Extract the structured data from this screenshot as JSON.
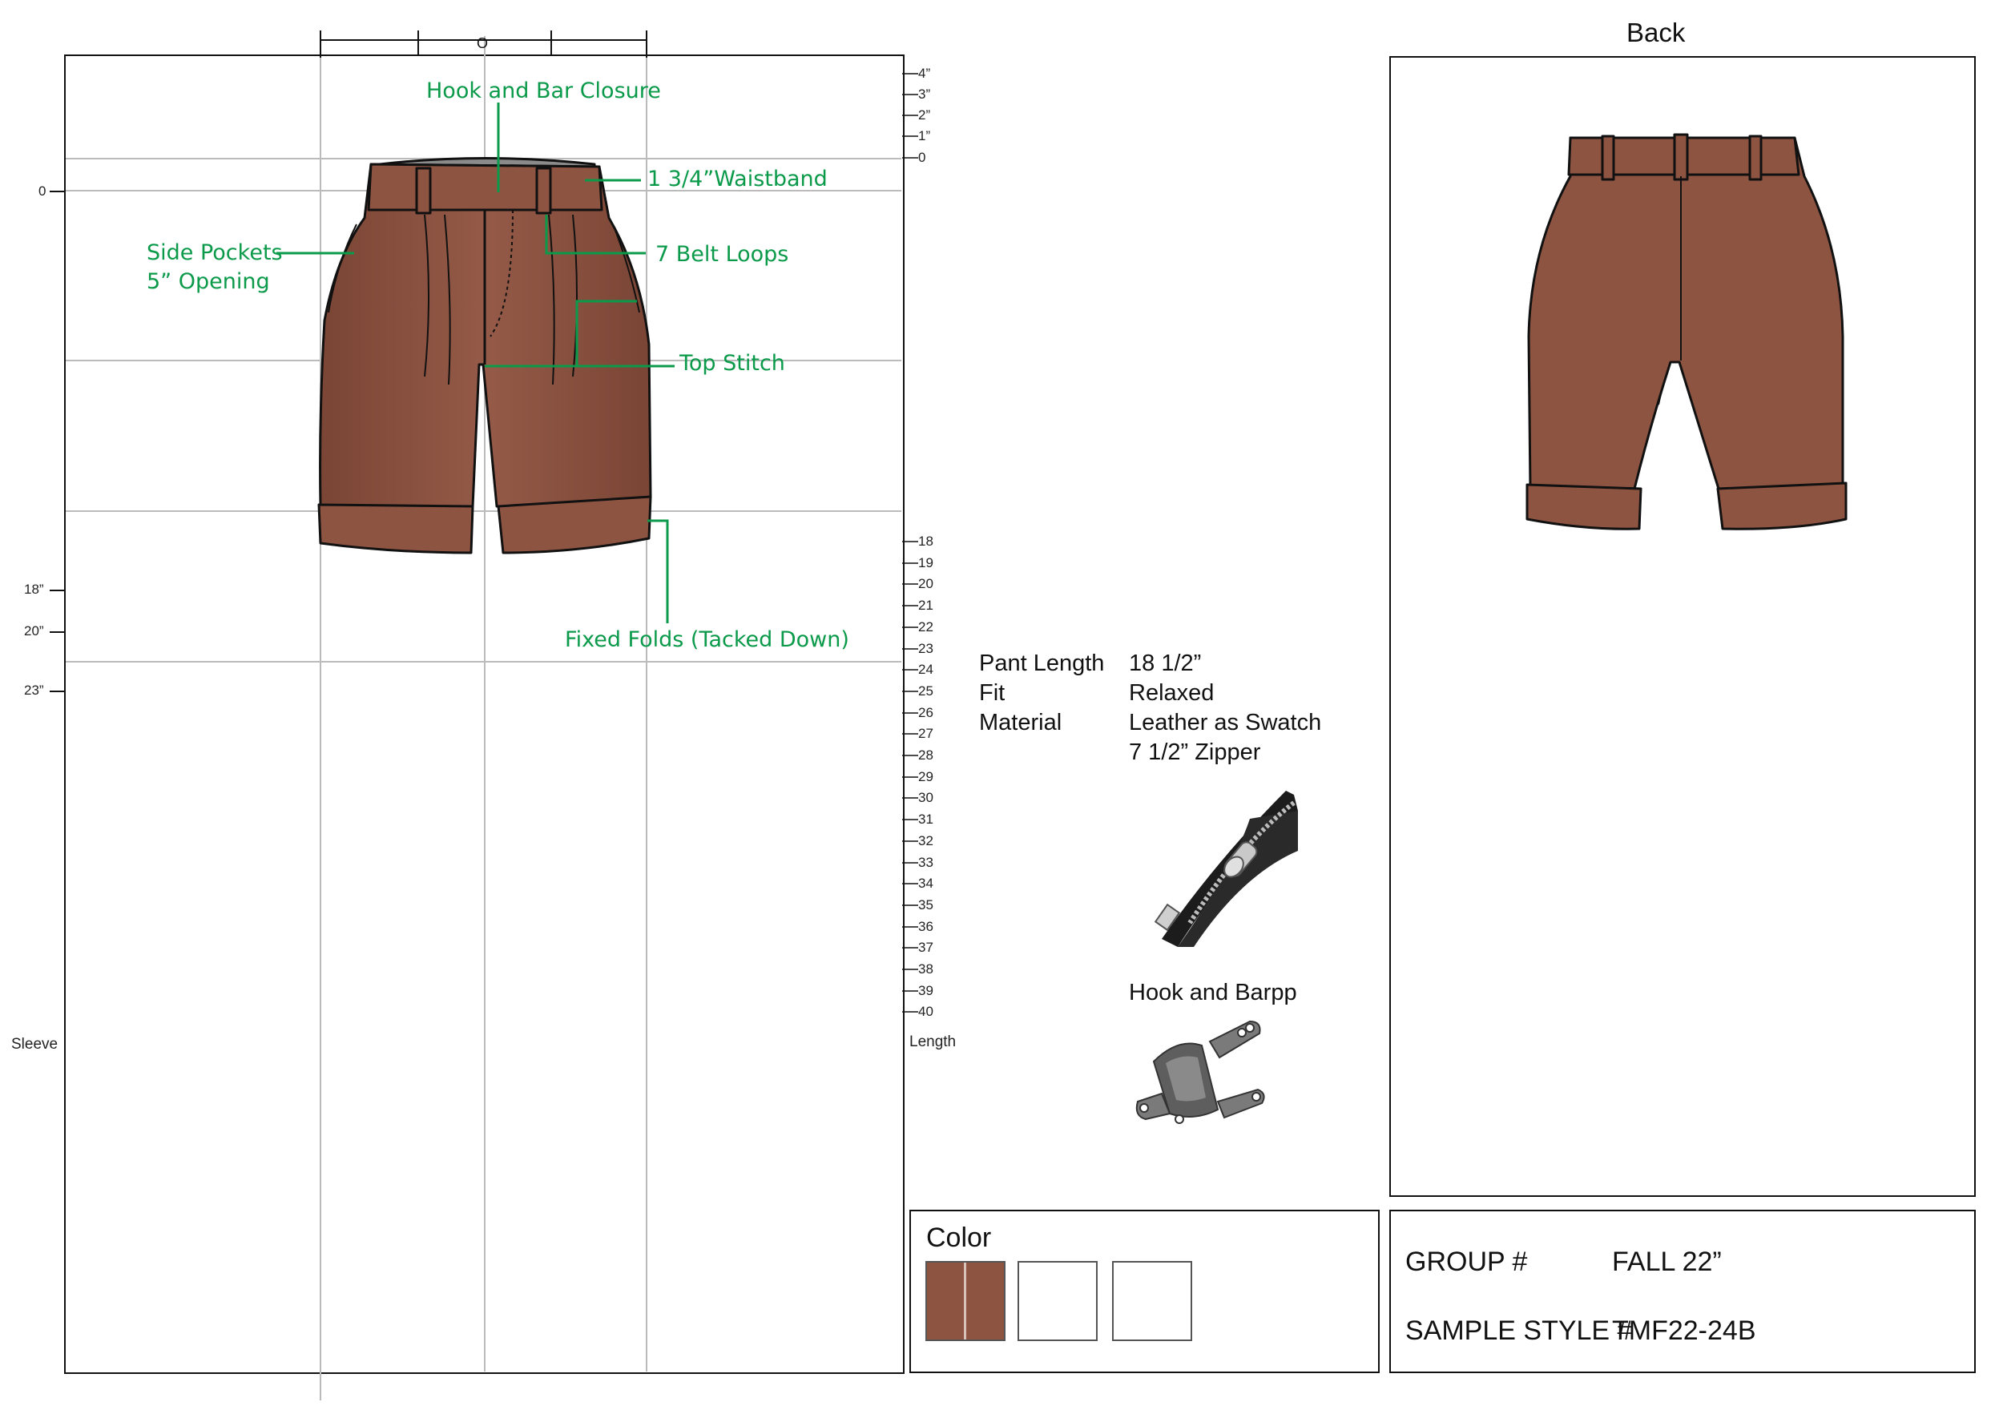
{
  "front": {
    "top_ruler_label": "O",
    "callouts": {
      "hook_and_bar": "Hook and Bar Closure",
      "waistband": "1 3/4”Waistband",
      "side_pockets_line1": "Side Pockets",
      "side_pockets_line2": "5” Opening",
      "belt_loops": "7 Belt Loops",
      "top_stitch": "Top Stitch",
      "fixed_folds": "Fixed Folds (Tacked Down)"
    },
    "left_ruler": [
      "0",
      "18”",
      "20”",
      "23”"
    ],
    "left_axis_label": "Sleeve",
    "right_ruler_top": [
      "4”",
      "3”",
      "2”",
      "1”",
      "0"
    ],
    "right_ruler_bottom": [
      "18",
      "19",
      "20",
      "21",
      "22",
      "23",
      "24",
      "25",
      "26",
      "27",
      "28",
      "29",
      "30",
      "31",
      "32",
      "33",
      "34",
      "35",
      "36",
      "37",
      "38",
      "39",
      "40"
    ],
    "right_axis_label": "Length"
  },
  "specs": {
    "rows": [
      {
        "label": "Pant Length",
        "value": "18 1/2”"
      },
      {
        "label": "Fit",
        "value": "Relaxed"
      },
      {
        "label": "Material",
        "value": "Leather as Swatch"
      },
      {
        "label": "",
        "value": "7 1/2” Zipper"
      }
    ],
    "hardware_label": "Hook and Barpp",
    "zipper_icon": "zipper-icon",
    "hook_icon": "hook-and-bar-icon"
  },
  "back": {
    "title": "Back"
  },
  "color_box": {
    "label": "Color",
    "swatches": [
      "#8e5442",
      "#ffffff",
      "#ffffff"
    ]
  },
  "info_box": {
    "group_label": "GROUP #",
    "group_value": "FALL 22”",
    "style_label": "SAMPLE STYLE #",
    "style_value": "TMF22-24B"
  },
  "colors": {
    "callout_green": "#0a9a4a",
    "leather": "#8e5442",
    "leather_dark": "#6e3d2f"
  }
}
